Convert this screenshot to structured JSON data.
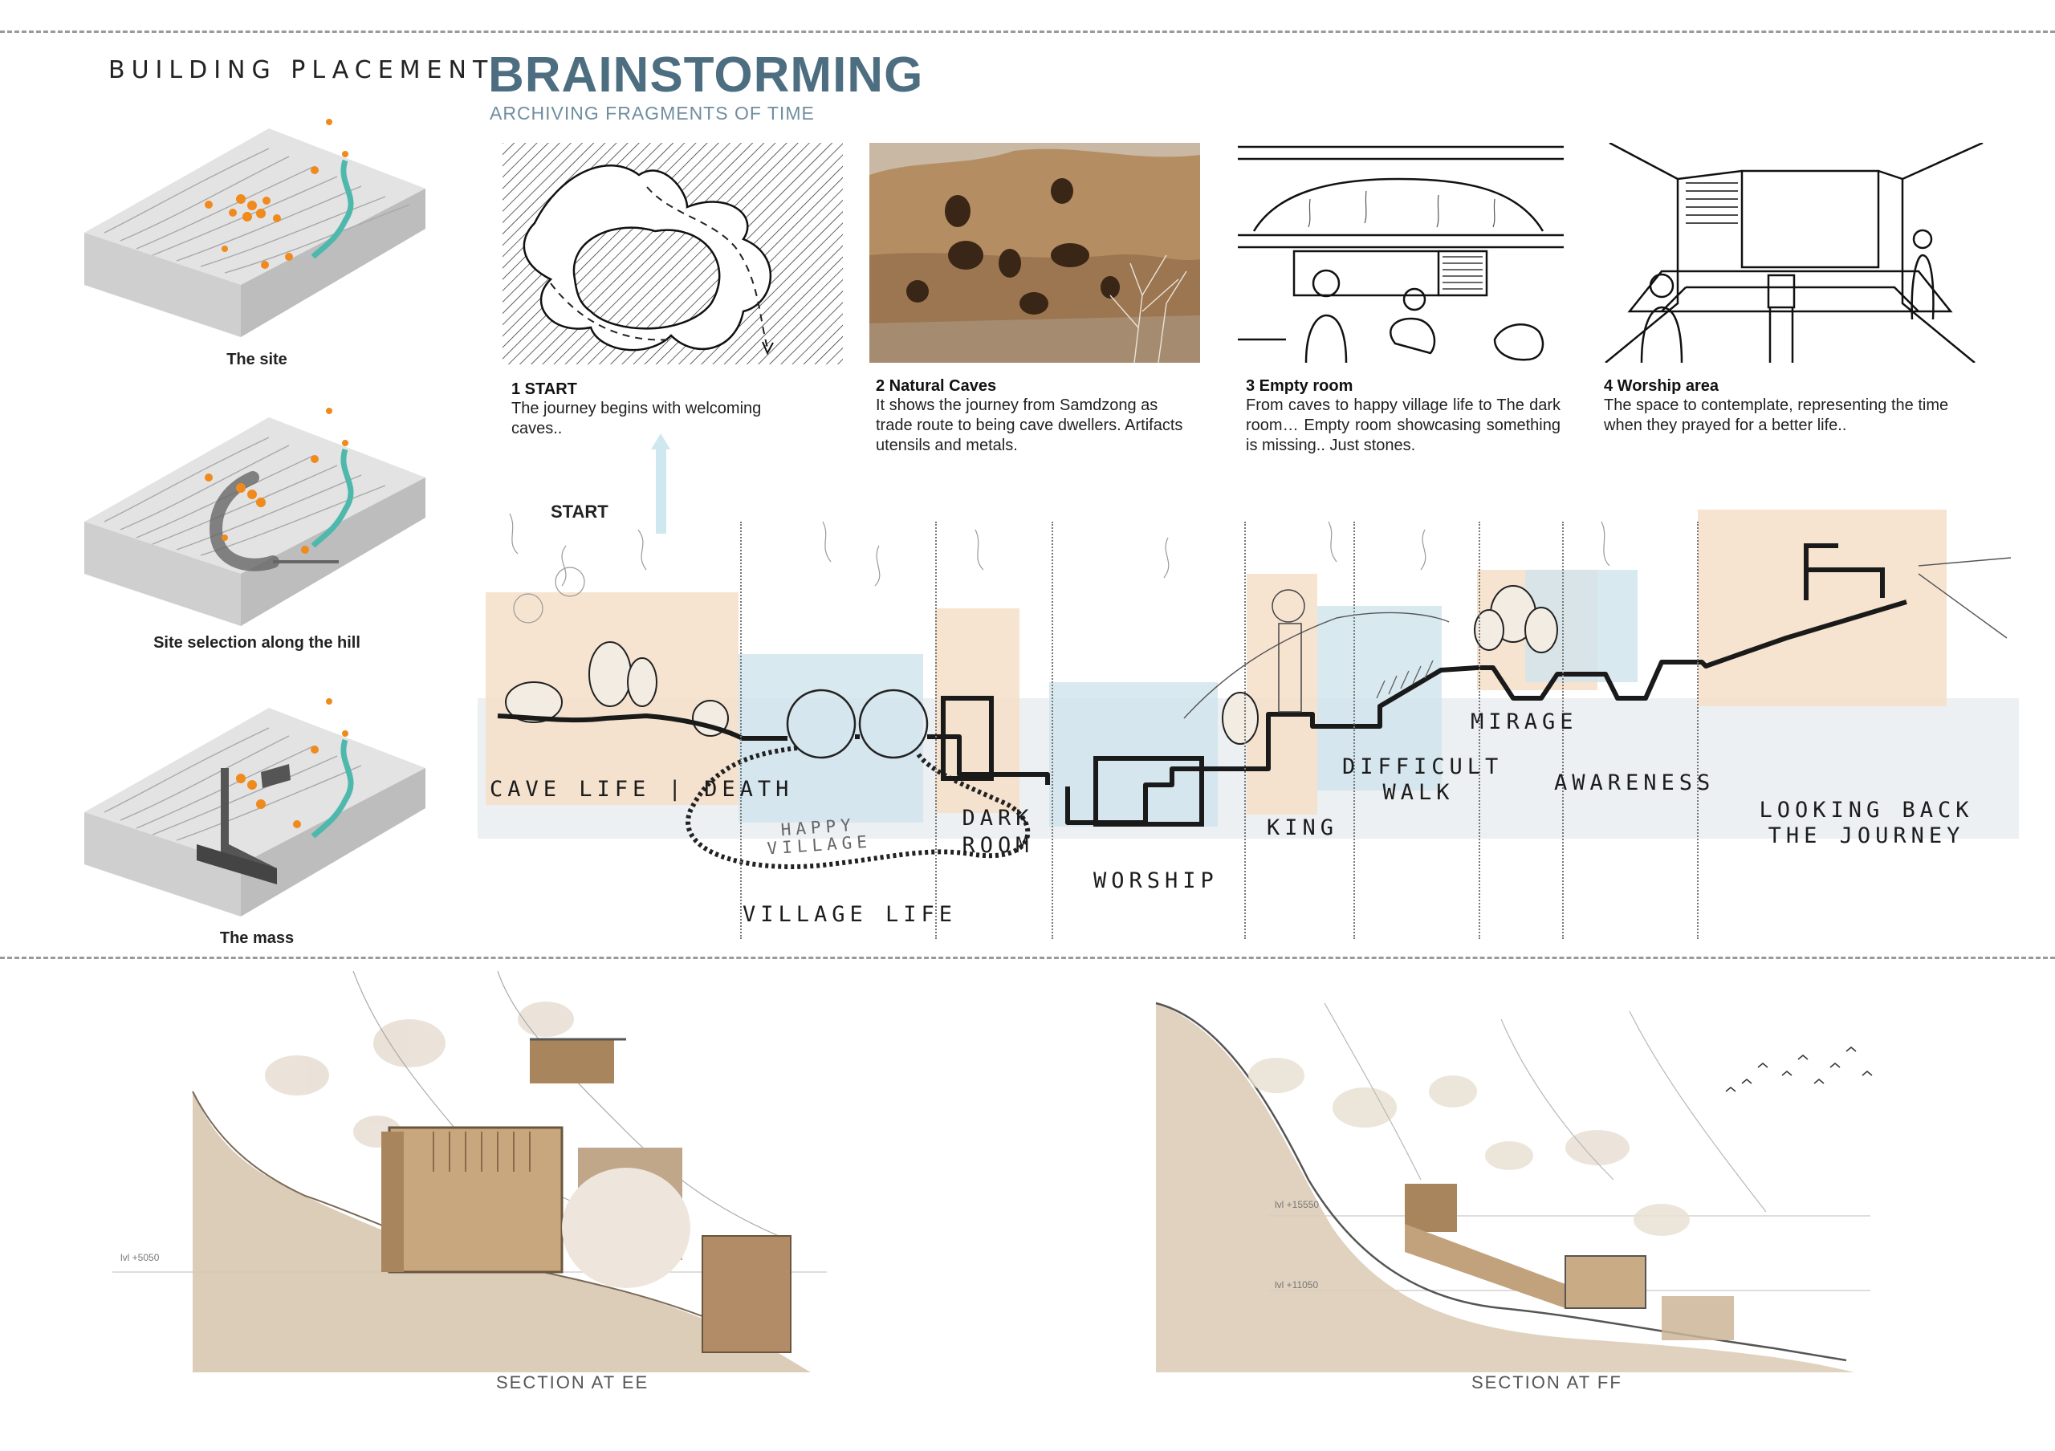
{
  "left_column": {
    "title": "BUILDING PLACEMENT",
    "sites": [
      {
        "caption": "The site"
      },
      {
        "caption": "Site selection along the hill"
      },
      {
        "caption": "The mass"
      }
    ]
  },
  "header": {
    "title": "BRAINSTORMING",
    "subtitle": "ARCHIVING FRAGMENTS OF TIME"
  },
  "steps": [
    {
      "heading": "1 START",
      "body": "The journey begins with welcoming caves.."
    },
    {
      "heading": "2 Natural Caves",
      "body": "It shows the journey from Samdzong as trade route to being cave dwellers. Artifacts utensils and metals."
    },
    {
      "heading": "3 Empty room",
      "body": "From caves to happy village life to The dark room… Empty room showcasing something is missing.. Just stones."
    },
    {
      "heading": "4 Worship area",
      "body": "The space to contemplate, representing the time when they prayed for a better life.."
    }
  ],
  "journey": {
    "start_label": "START",
    "stages": {
      "cave": "CAVE LIFE | DEATH",
      "village_sketch": "HAPPY VILLAGE",
      "village": "VILLAGE LIFE",
      "dark": "DARK ROOM",
      "worship": "WORSHIP",
      "king": "KING",
      "difficult": "DIFFICULT WALK",
      "mirage": "MIRAGE",
      "awareness": "AWARENESS",
      "looking": "LOOKING BACK THE JOURNEY"
    }
  },
  "sections": [
    {
      "caption": "SECTION AT EE",
      "levels": [
        "lvl +5050"
      ]
    },
    {
      "caption": "SECTION AT FF",
      "levels": [
        "lvl +15550",
        "lvl +11050"
      ]
    }
  ],
  "colors": {
    "title_blue": "#4c6e80",
    "peach": "#f6dfc8",
    "pale_blue": "#cfe3ec",
    "orange_mark": "#f08a1c",
    "river": "#4fb8ad",
    "earth": "#c4ab86"
  }
}
